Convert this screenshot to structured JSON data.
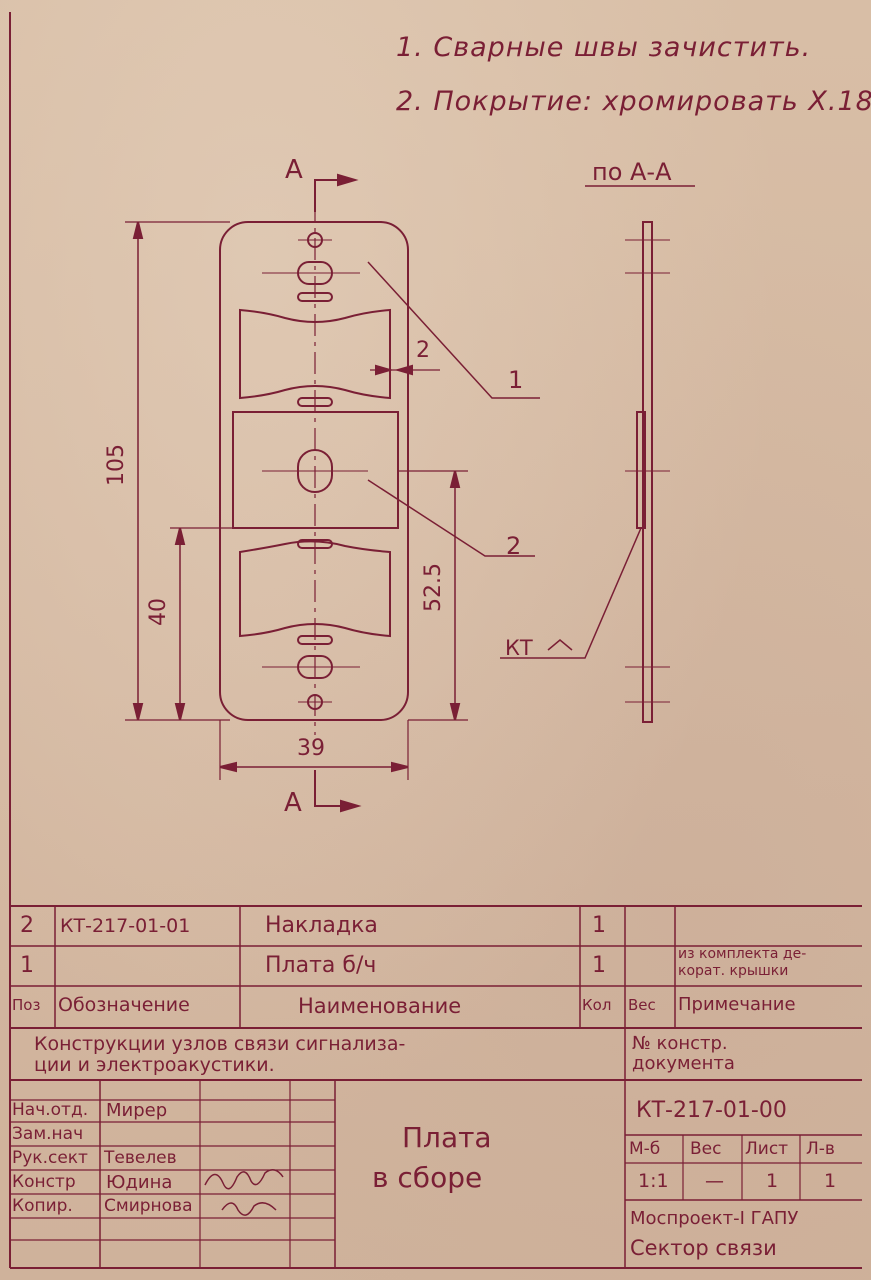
{
  "notes": [
    "1. Сварные швы зачистить.",
    "2. Покрытие: хромировать Х.18"
  ],
  "drawing": {
    "section_mark_top": "А",
    "section_mark_bottom": "А",
    "section_title": "по А-А",
    "dim_height": "105",
    "dim_left": "40",
    "dim_right": "52.5",
    "dim_width": "39",
    "dim_gap": "2",
    "leader_1": "1",
    "leader_2": "2",
    "weld_mark": "КТ",
    "colors": {
      "ink": "#7a1f35",
      "paper": "#d8bea6"
    }
  },
  "spec_table": {
    "rows": [
      {
        "pos": "2",
        "designation": "КТ-217-01-01",
        "name": "Накладка",
        "qty": "1",
        "weight": "",
        "note": ""
      },
      {
        "pos": "1",
        "designation": "",
        "name": "Плата б/ч",
        "qty": "1",
        "weight": "",
        "note": "из комплекта де-\nкорат. крышки"
      }
    ],
    "header": {
      "pos": "Поз",
      "designation": "Обозначение",
      "name": "Наименование",
      "qty": "Кол",
      "weight": "Вес",
      "note": "Примечание"
    }
  },
  "title_block": {
    "project": "Конструкции узлов связи сигнализа-\nции и электроакустики.",
    "doc_label": "№ констр.\nдокумента",
    "doc_number": "КТ-217-01-00",
    "item_title_line1": "Плата",
    "item_title_line2": "в сборе",
    "roles": [
      {
        "role": "Нач.отд.",
        "name": "Мирер"
      },
      {
        "role": "Зам.нач",
        "name": ""
      },
      {
        "role": "Рук.сект",
        "name": "Тевелев"
      },
      {
        "role": "Констр",
        "name": "Юдина"
      },
      {
        "role": "Копир.",
        "name": "Смирнова"
      }
    ],
    "meta_headers": [
      "М-б",
      "Вес",
      "Лист",
      "Л-в"
    ],
    "meta_values": [
      "1:1",
      "—",
      "1",
      "1"
    ],
    "org_line1": "Моспроект-I ГАПУ",
    "org_line2": "Сектор связи"
  }
}
